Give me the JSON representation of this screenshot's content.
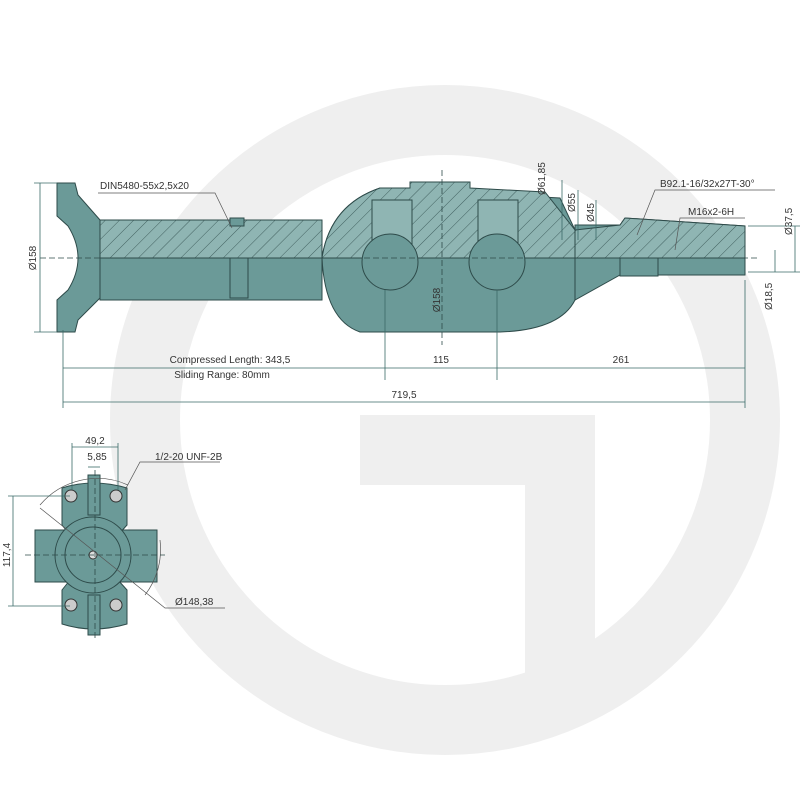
{
  "drawing": {
    "callouts": {
      "spline_tube": "DIN5480-55x2,5x20",
      "spline_shaft": "B92.1-16/32x27T-30°",
      "thread_shaft": "M16x2-6H",
      "thread_cross": "1/2-20 UNF-2B"
    },
    "diameters": {
      "yoke": "Ø158",
      "center": "Ø158",
      "d1": "Ø61,85",
      "d2": "Ø55",
      "d3": "Ø45",
      "d4": "Ø37,5",
      "d5": "Ø18,5",
      "cross": "Ø148,38"
    },
    "lengths": {
      "compressed": "Compressed Length: 343,5",
      "sliding": "Sliding Range: 80mm",
      "middle": "115",
      "right": "261",
      "overall": "719,5"
    },
    "cross_view": {
      "width": "49,2",
      "slot": "5,85",
      "height": "117,4"
    },
    "colors": {
      "body": "#6b9a98",
      "outline": "#2e4b4a",
      "watermark": "#ececec"
    }
  }
}
